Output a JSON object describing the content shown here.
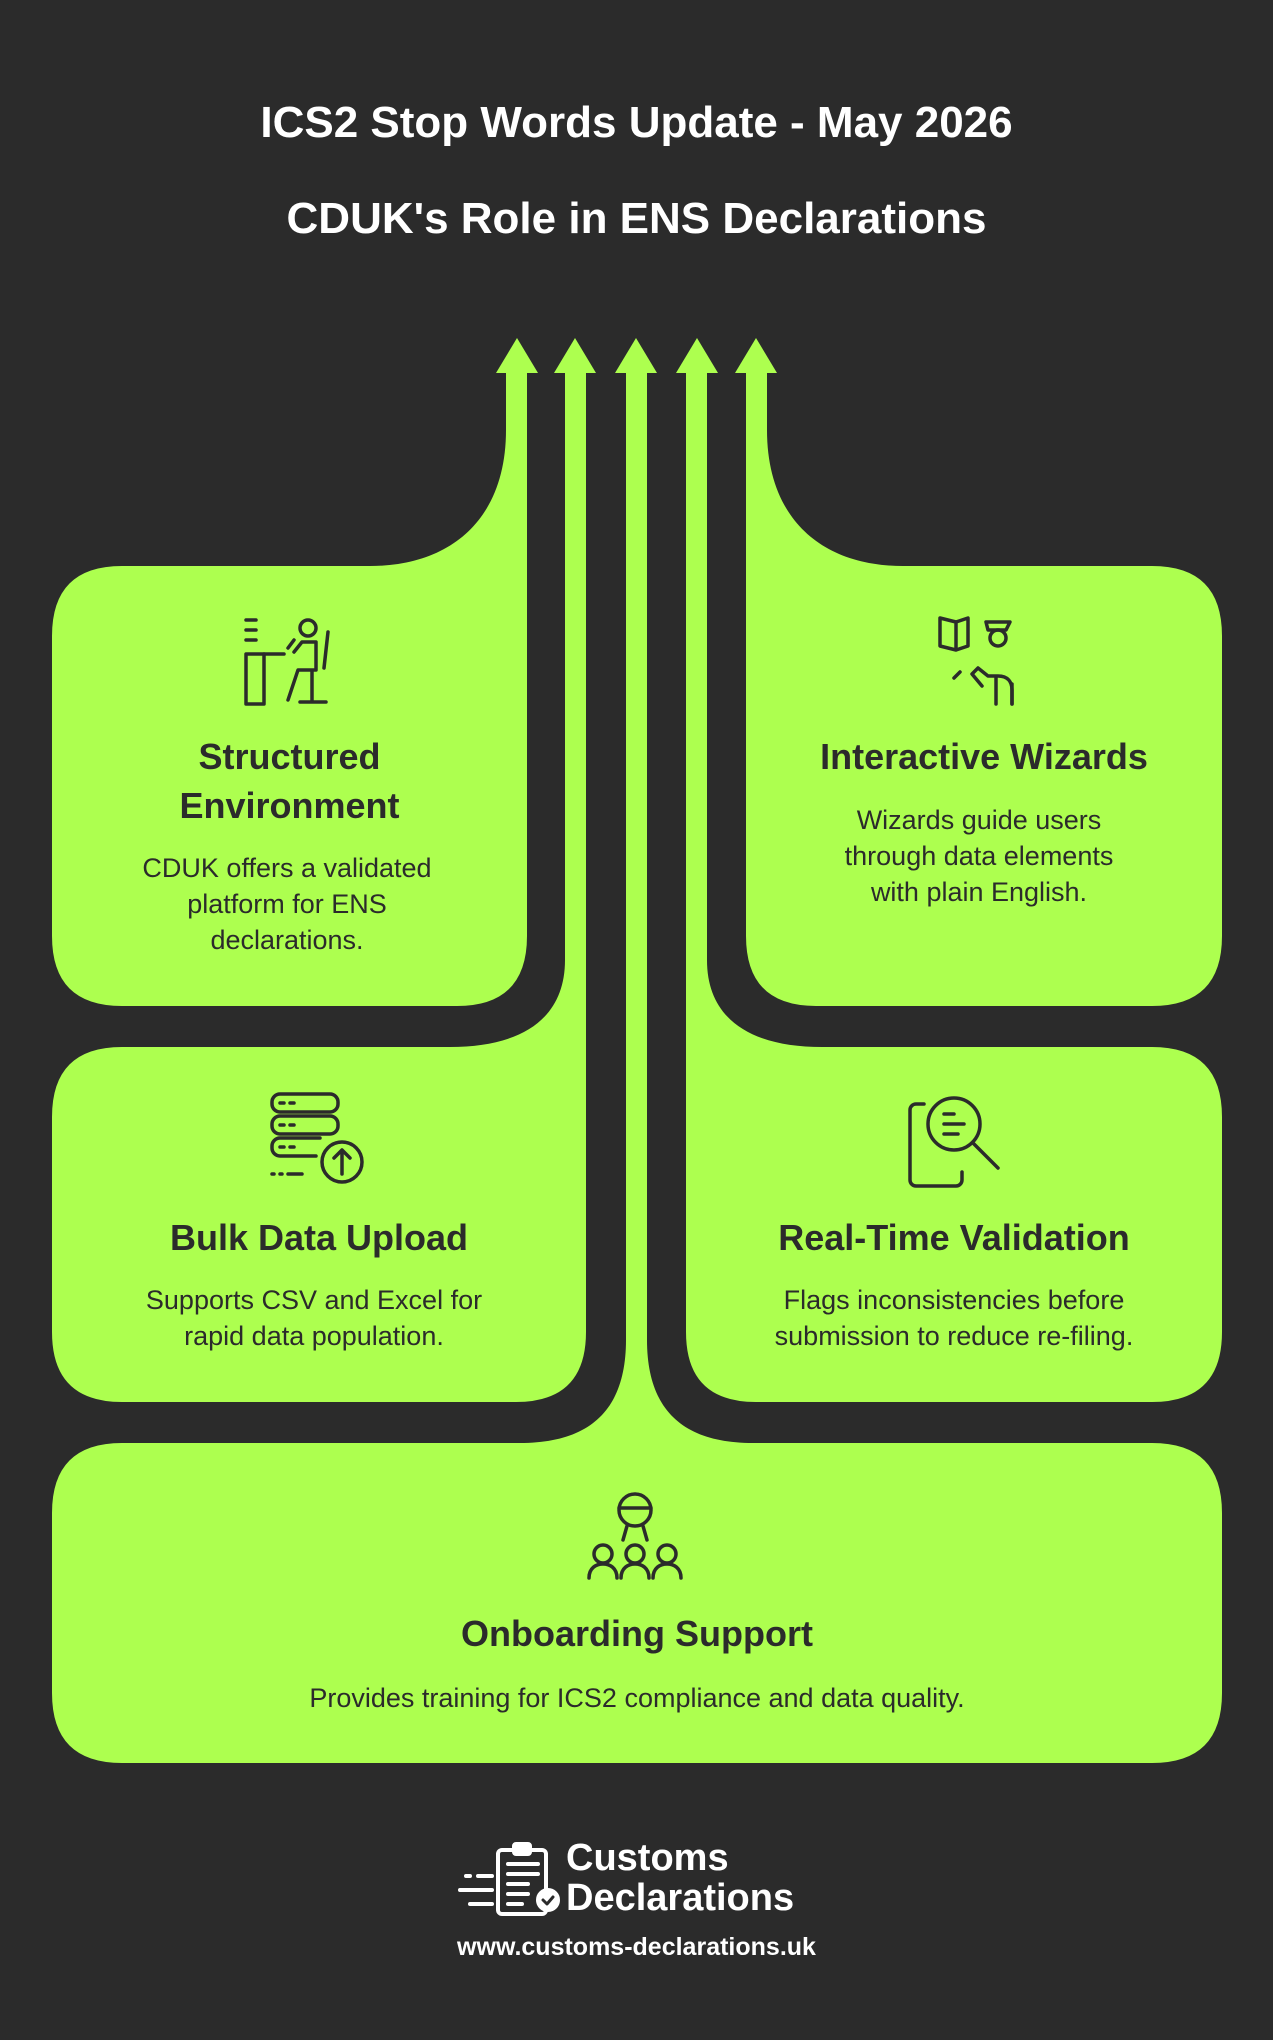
{
  "header": {
    "title": "ICS2 Stop Words Update - May 2026",
    "subtitle": "CDUK's Role in ENS Declarations"
  },
  "colors": {
    "background": "#2b2b2b",
    "accent": "#adff4f",
    "text_dark": "#2b2b2b"
  },
  "cards": [
    {
      "title": "Structured Environment",
      "title_lines": [
        "Structured",
        "Environment"
      ],
      "description_lines": [
        "CDUK offers a validated",
        "platform for ENS",
        "declarations."
      ],
      "icon": "person-at-desk-icon"
    },
    {
      "title": "Interactive Wizards",
      "description_lines": [
        "Wizards guide users",
        "through data elements",
        "with plain English."
      ],
      "icon": "guide-with-book-icon"
    },
    {
      "title": "Bulk Data Upload",
      "description_lines": [
        "Supports CSV and Excel for",
        "rapid data population."
      ],
      "icon": "database-upload-icon"
    },
    {
      "title": "Real-Time Validation",
      "description_lines": [
        "Flags inconsistencies before",
        "submission to reduce re-filing."
      ],
      "icon": "document-search-icon"
    },
    {
      "title": "Onboarding Support",
      "description_lines": [
        "Provides training for ICS2 compliance and data quality."
      ],
      "icon": "trainer-group-icon"
    }
  ],
  "footer": {
    "logo_line1": "Customs",
    "logo_line2": "Declarations",
    "url": "www.customs-declarations.uk"
  }
}
